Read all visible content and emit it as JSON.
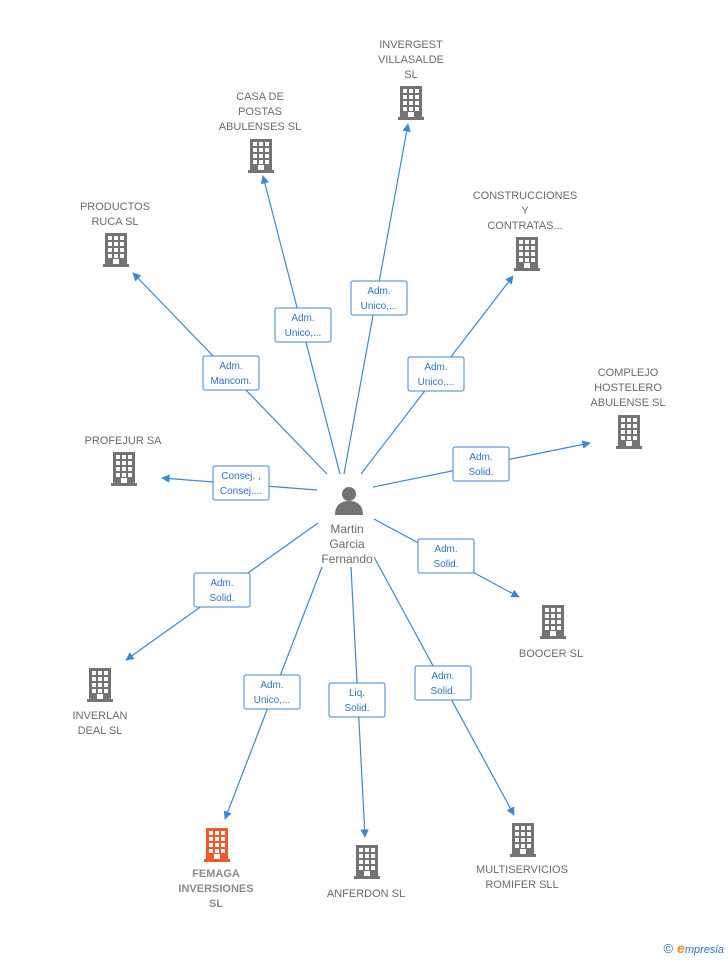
{
  "colors": {
    "edge": "#3d86d8",
    "building_default": "#737373",
    "building_highlight": "#f05a2a",
    "label": "#6b6b6b"
  },
  "center": {
    "name_lines": [
      "Martin",
      "Garcia",
      "Fernando"
    ],
    "icon": "person-icon"
  },
  "companies": [
    {
      "id": "invergest",
      "lines": [
        "INVERGEST",
        "VILLASALDE",
        "SL"
      ],
      "role": [
        "Adm.",
        "Unico,..."
      ],
      "highlight": false
    },
    {
      "id": "casa-postas",
      "lines": [
        "CASA DE",
        "POSTAS",
        "ABULENSES SL"
      ],
      "role": [
        "Adm.",
        "Unico,..."
      ],
      "highlight": false
    },
    {
      "id": "construcciones",
      "lines": [
        "CONSTRUCCIONES",
        "Y",
        "CONTRATAS..."
      ],
      "role": [
        "Adm.",
        "Unico,..."
      ],
      "highlight": false
    },
    {
      "id": "productos-ruca",
      "lines": [
        "PRODUCTOS",
        "RUCA SL"
      ],
      "role": [
        "Adm.",
        "Mancom."
      ],
      "highlight": false
    },
    {
      "id": "complejo",
      "lines": [
        "COMPLEJO",
        "HOSTELERO",
        "ABULENSE SL"
      ],
      "role": [
        "Adm.",
        "Solid."
      ],
      "highlight": false
    },
    {
      "id": "profejur",
      "lines": [
        "PROFEJUR SA"
      ],
      "role": [
        "Consej. ,",
        "Consej...."
      ],
      "highlight": false
    },
    {
      "id": "boocer",
      "lines": [
        "BOOCER SL"
      ],
      "role": [
        "Adm.",
        "Solid."
      ],
      "highlight": false
    },
    {
      "id": "inverlan",
      "lines": [
        "INVERLAN",
        "DEAL  SL"
      ],
      "role": [
        "Adm.",
        "Solid."
      ],
      "highlight": false
    },
    {
      "id": "femaga",
      "lines": [
        "FEMAGA",
        "INVERSIONES",
        "SL"
      ],
      "role": [
        "Adm.",
        "Unico,..."
      ],
      "highlight": true
    },
    {
      "id": "anferdon",
      "lines": [
        "ANFERDON SL"
      ],
      "role": [
        "Liq.",
        "Solid."
      ],
      "highlight": false
    },
    {
      "id": "multiservicios",
      "lines": [
        "MULTISERVICIOS",
        "ROMIFER SLL"
      ],
      "role": [
        "Adm.",
        "Solid."
      ],
      "highlight": false
    }
  ],
  "footer": {
    "copyright_symbol": "©",
    "brand_initial": "e",
    "brand_rest": "mpresia"
  }
}
